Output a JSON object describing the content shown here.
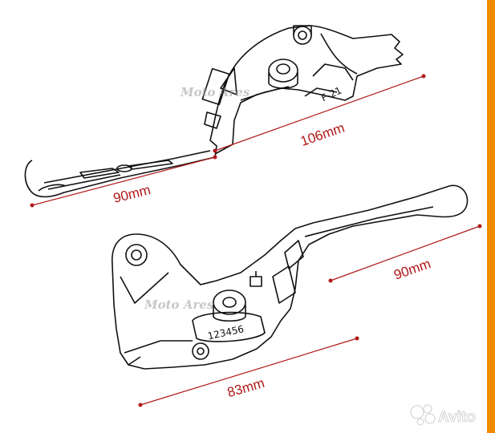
{
  "diagram": {
    "watermark": "Moto Ares",
    "upper_lever": {
      "engraving": "F-21",
      "dimensions": [
        "106mm",
        "90mm"
      ]
    },
    "lower_lever": {
      "engraving": "123456",
      "dimensions": [
        "90mm",
        "83mm"
      ]
    }
  },
  "colors": {
    "outline": "#111111",
    "dimension": "#b01818",
    "frame_right": "#f08a00"
  },
  "icons": [
    "avito-logo-icon"
  ],
  "overlay": {
    "brand": "Avito"
  }
}
